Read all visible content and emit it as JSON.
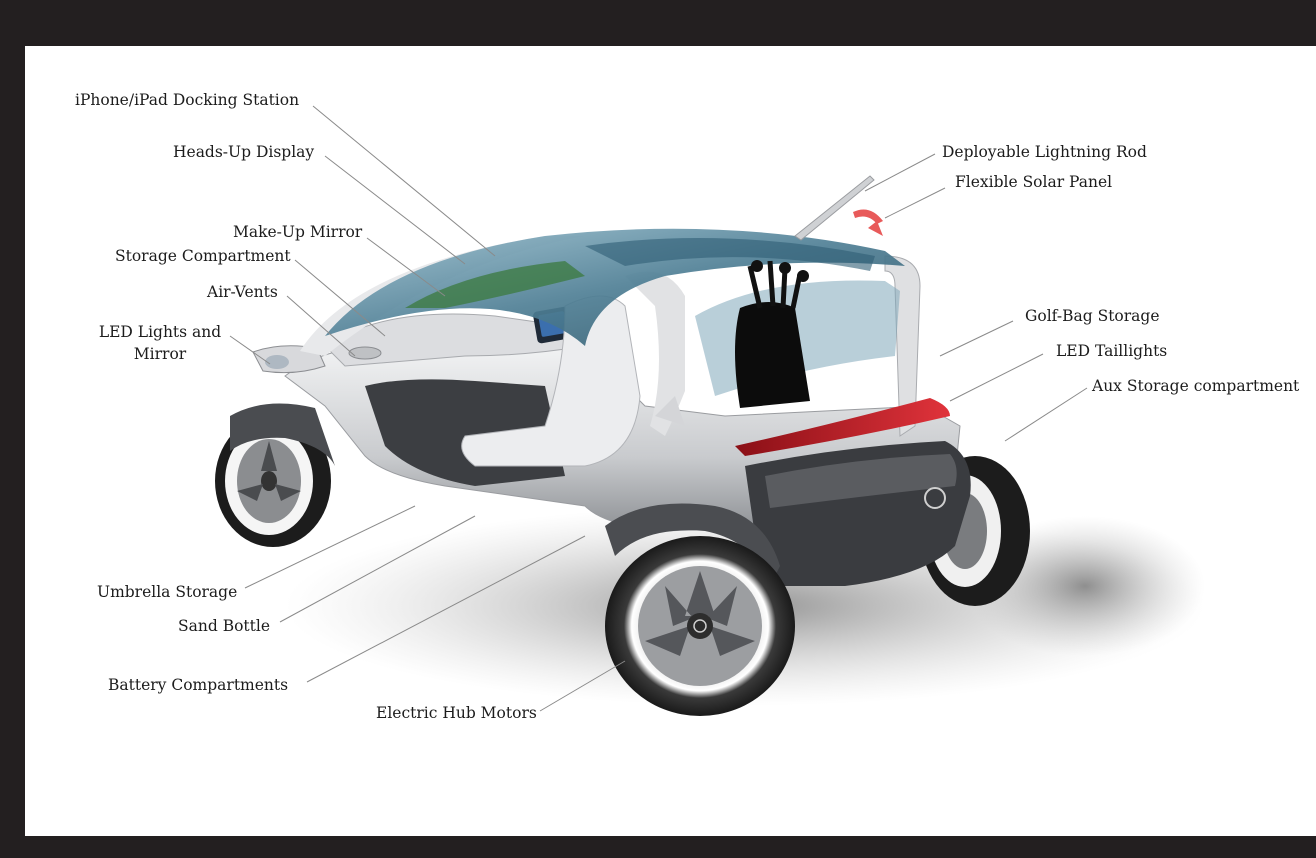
{
  "colors": {
    "background": "#231f20",
    "panel": "#ffffff",
    "body": "#d9dadc",
    "glass": "#4f7f95",
    "taillight": "#c81e28",
    "accent_arrow": "#e85a5a"
  },
  "labels": {
    "docking": "iPhone/iPad Docking Station",
    "hud": "Heads-Up Display",
    "mirror": "Make-Up Mirror",
    "storage": "Storage Compartment",
    "vents": "Air-Vents",
    "led_lights_1": "LED Lights and",
    "led_lights_2": "Mirror",
    "lightning": "Deployable Lightning Rod",
    "solar": "Flexible Solar Panel",
    "golfbag": "Golf-Bag Storage",
    "taillights": "LED Taillights",
    "aux": "Aux Storage compartment",
    "umbrella": "Umbrella Storage",
    "sand": "Sand Bottle",
    "battery": "Battery Compartments",
    "hubmotors": "Electric Hub Motors"
  }
}
